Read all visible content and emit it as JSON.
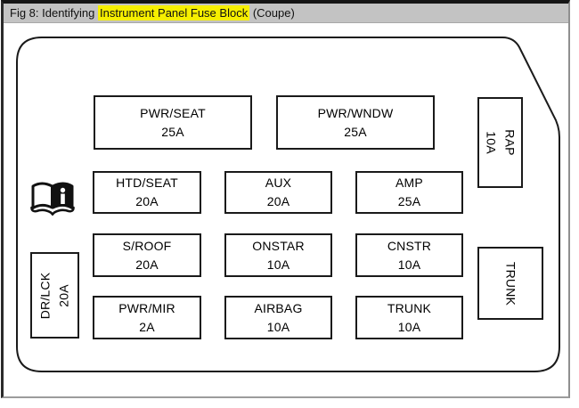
{
  "caption": {
    "prefix": "Fig 8: Identifying ",
    "highlight": "Instrument Panel Fuse Block",
    "suffix": " (Coupe)"
  },
  "colors": {
    "highlight_bg": "#f6ef00",
    "titlebar_bg": "#c3c3c3",
    "line": "#1a1a1a",
    "page_bg": "#ffffff"
  },
  "icons": {
    "book_info": "open-book-info-icon"
  },
  "fuses": [
    {
      "name": "PWR/SEAT",
      "amp": "25A"
    },
    {
      "name": "PWR/WNDW",
      "amp": "25A"
    },
    {
      "name": "HTD/SEAT",
      "amp": "20A"
    },
    {
      "name": "AUX",
      "amp": "20A"
    },
    {
      "name": "AMP",
      "amp": "25A"
    },
    {
      "name": "S/ROOF",
      "amp": "20A"
    },
    {
      "name": "ONSTAR",
      "amp": "10A"
    },
    {
      "name": "CNSTR",
      "amp": "10A"
    },
    {
      "name": "PWR/MIR",
      "amp": "2A"
    },
    {
      "name": "AIRBAG",
      "amp": "10A"
    },
    {
      "name": "TRUNK",
      "amp": "10A"
    },
    {
      "name": "RAP",
      "amp": "10A"
    },
    {
      "name": "TRUNK",
      "amp": null
    },
    {
      "name": "DR/LCK",
      "amp": "20A"
    }
  ]
}
